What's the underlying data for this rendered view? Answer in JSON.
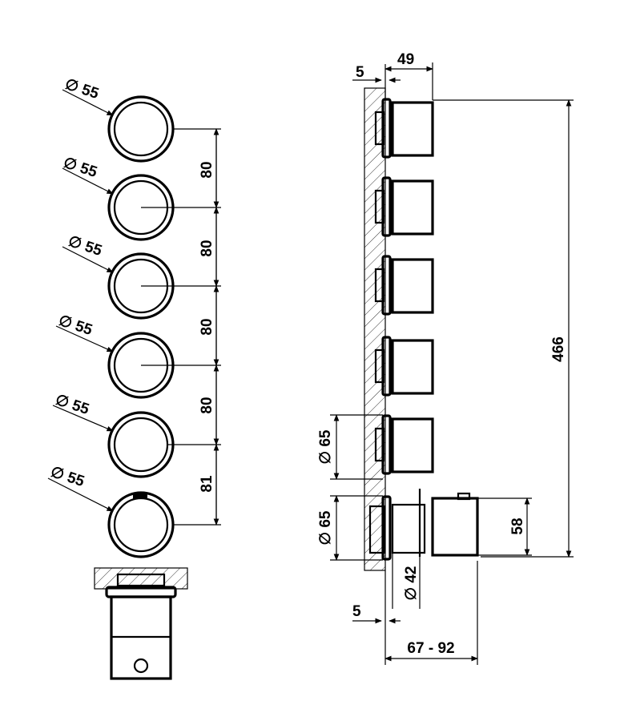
{
  "front_view": {
    "diameter_labels": [
      "∅ 55",
      "∅ 55",
      "∅ 55",
      "∅ 55",
      "∅ 55",
      "∅ 55"
    ],
    "spacing_labels": [
      "80",
      "80",
      "80",
      "80",
      "81"
    ]
  },
  "side_view": {
    "dims": {
      "wall_offset_top": "5",
      "depth_top": "49",
      "total_height": "466",
      "flange_diameter_upper": "∅ 65",
      "flange_diameter_lower": "∅ 65",
      "body_height": "58",
      "pipe_diameter": "∅ 42",
      "wall_offset_bottom": "5",
      "depth_range": "67 - 92"
    }
  }
}
